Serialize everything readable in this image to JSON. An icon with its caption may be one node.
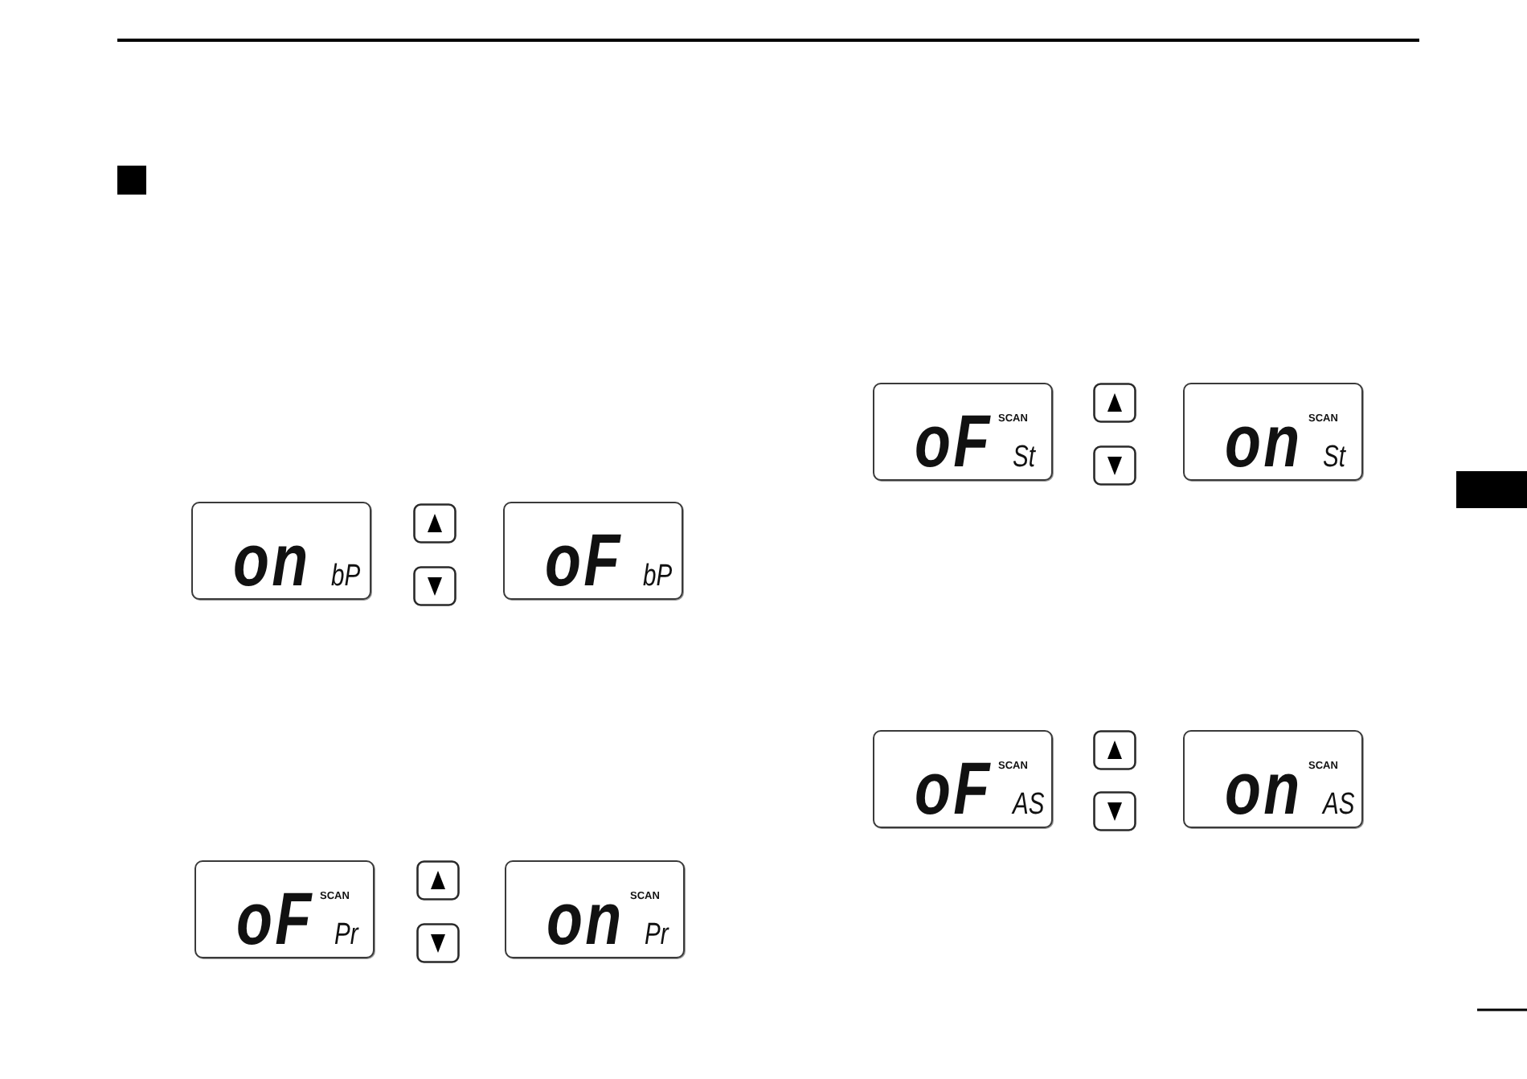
{
  "diagram": {
    "nodes": [
      {
        "text": [
          "on",
          "bP"
        ]
      },
      {
        "text": [
          "oF",
          "bP"
        ]
      },
      {
        "text": [
          "oF",
          "SCAN",
          "Pr"
        ]
      },
      {
        "text": [
          "on",
          "SCAN",
          "Pr"
        ]
      },
      {
        "text": [
          "oF",
          "SCAN",
          "St"
        ]
      },
      {
        "text": [
          "on",
          "SCAN",
          "St"
        ]
      },
      {
        "text": [
          "oF",
          "SCAN",
          "AS"
        ]
      },
      {
        "text": [
          "on",
          "SCAN",
          "AS"
        ]
      }
    ]
  }
}
